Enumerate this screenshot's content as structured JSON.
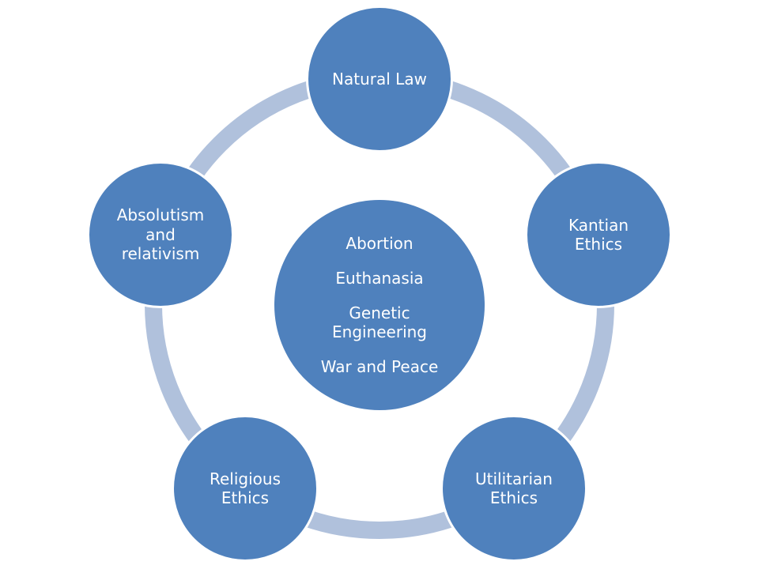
{
  "colors": {
    "node_fill": "#4F81BD",
    "ring": "#B0C1DC",
    "text": "#FFFFFF",
    "background": "#FFFFFF"
  },
  "center": {
    "items": [
      "Abortion",
      "Euthanasia",
      "Genetic Engineering",
      "War and Peace"
    ]
  },
  "nodes": [
    {
      "id": "natural-law",
      "label": "Natural Law"
    },
    {
      "id": "kantian-ethics",
      "label": "Kantian Ethics"
    },
    {
      "id": "utilitarian-ethics",
      "label": "Utilitarian Ethics"
    },
    {
      "id": "religious-ethics",
      "label": "Religious Ethics"
    },
    {
      "id": "absolutism-relativism",
      "label": "Absolutism and relativism"
    }
  ]
}
